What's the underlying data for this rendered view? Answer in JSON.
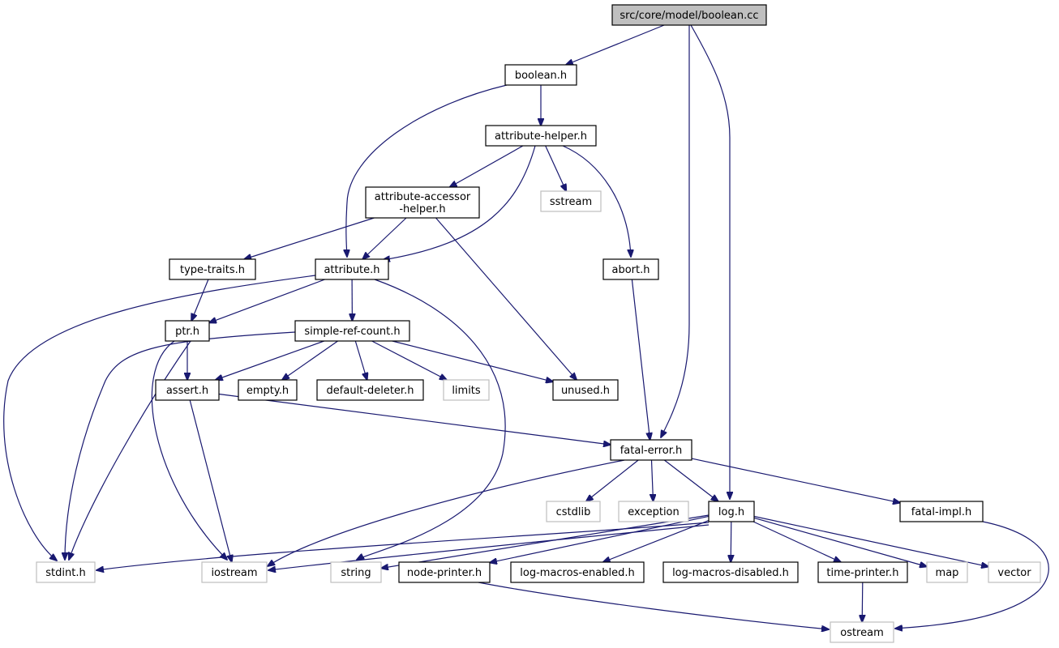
{
  "graph": {
    "nodes": [
      {
        "id": "root",
        "label": "src/core/model/boolean.cc",
        "kind": "root",
        "interactable": false
      },
      {
        "id": "boolean_h",
        "label": "boolean.h",
        "kind": "doc",
        "interactable": true
      },
      {
        "id": "attribute_helper_h",
        "label": "attribute-helper.h",
        "kind": "doc",
        "interactable": true
      },
      {
        "id": "attribute_accessor_helper_h",
        "label": "attribute-accessor\n-helper.h",
        "kind": "doc",
        "interactable": true
      },
      {
        "id": "sstream",
        "label": "sstream",
        "kind": "ext",
        "interactable": false
      },
      {
        "id": "type_traits_h",
        "label": "type-traits.h",
        "kind": "doc",
        "interactable": true
      },
      {
        "id": "attribute_h",
        "label": "attribute.h",
        "kind": "doc",
        "interactable": true
      },
      {
        "id": "abort_h",
        "label": "abort.h",
        "kind": "doc",
        "interactable": true
      },
      {
        "id": "ptr_h",
        "label": "ptr.h",
        "kind": "doc",
        "interactable": true
      },
      {
        "id": "simple_ref_count_h",
        "label": "simple-ref-count.h",
        "kind": "doc",
        "interactable": true
      },
      {
        "id": "assert_h",
        "label": "assert.h",
        "kind": "doc",
        "interactable": true
      },
      {
        "id": "empty_h",
        "label": "empty.h",
        "kind": "doc",
        "interactable": true
      },
      {
        "id": "default_deleter_h",
        "label": "default-deleter.h",
        "kind": "doc",
        "interactable": true
      },
      {
        "id": "limits",
        "label": "limits",
        "kind": "ext",
        "interactable": false
      },
      {
        "id": "unused_h",
        "label": "unused.h",
        "kind": "doc",
        "interactable": true
      },
      {
        "id": "fatal_error_h",
        "label": "fatal-error.h",
        "kind": "doc",
        "interactable": true
      },
      {
        "id": "cstdlib",
        "label": "cstdlib",
        "kind": "ext",
        "interactable": false
      },
      {
        "id": "exception",
        "label": "exception",
        "kind": "ext",
        "interactable": false
      },
      {
        "id": "log_h",
        "label": "log.h",
        "kind": "doc",
        "interactable": true
      },
      {
        "id": "fatal_impl_h",
        "label": "fatal-impl.h",
        "kind": "doc",
        "interactable": true
      },
      {
        "id": "stdint_h",
        "label": "stdint.h",
        "kind": "ext",
        "interactable": false
      },
      {
        "id": "iostream",
        "label": "iostream",
        "kind": "ext",
        "interactable": false
      },
      {
        "id": "string",
        "label": "string",
        "kind": "ext",
        "interactable": false
      },
      {
        "id": "node_printer_h",
        "label": "node-printer.h",
        "kind": "doc",
        "interactable": true
      },
      {
        "id": "log_macros_enabled_h",
        "label": "log-macros-enabled.h",
        "kind": "doc",
        "interactable": true
      },
      {
        "id": "log_macros_disabled_h",
        "label": "log-macros-disabled.h",
        "kind": "doc",
        "interactable": true
      },
      {
        "id": "time_printer_h",
        "label": "time-printer.h",
        "kind": "doc",
        "interactable": true
      },
      {
        "id": "map",
        "label": "map",
        "kind": "ext",
        "interactable": false
      },
      {
        "id": "vector",
        "label": "vector",
        "kind": "ext",
        "interactable": false
      },
      {
        "id": "ostream",
        "label": "ostream",
        "kind": "ext",
        "interactable": false
      }
    ],
    "edges": [
      [
        "root",
        "boolean_h"
      ],
      [
        "root",
        "fatal_error_h"
      ],
      [
        "root",
        "log_h"
      ],
      [
        "boolean_h",
        "attribute_helper_h"
      ],
      [
        "boolean_h",
        "attribute_h"
      ],
      [
        "attribute_helper_h",
        "attribute_accessor_helper_h"
      ],
      [
        "attribute_helper_h",
        "sstream"
      ],
      [
        "attribute_helper_h",
        "abort_h"
      ],
      [
        "attribute_helper_h",
        "attribute_h"
      ],
      [
        "attribute_accessor_helper_h",
        "type_traits_h"
      ],
      [
        "attribute_accessor_helper_h",
        "attribute_h"
      ],
      [
        "attribute_accessor_helper_h",
        "unused_h"
      ],
      [
        "type_traits_h",
        "ptr_h"
      ],
      [
        "attribute_h",
        "ptr_h"
      ],
      [
        "attribute_h",
        "simple_ref_count_h"
      ],
      [
        "attribute_h",
        "stdint_h"
      ],
      [
        "attribute_h",
        "string"
      ],
      [
        "abort_h",
        "fatal_error_h"
      ],
      [
        "ptr_h",
        "assert_h"
      ],
      [
        "ptr_h",
        "iostream"
      ],
      [
        "ptr_h",
        "stdint_h"
      ],
      [
        "simple_ref_count_h",
        "assert_h"
      ],
      [
        "simple_ref_count_h",
        "empty_h"
      ],
      [
        "simple_ref_count_h",
        "default_deleter_h"
      ],
      [
        "simple_ref_count_h",
        "limits"
      ],
      [
        "simple_ref_count_h",
        "unused_h"
      ],
      [
        "simple_ref_count_h",
        "stdint_h"
      ],
      [
        "assert_h",
        "fatal_error_h"
      ],
      [
        "assert_h",
        "iostream"
      ],
      [
        "fatal_error_h",
        "cstdlib"
      ],
      [
        "fatal_error_h",
        "exception"
      ],
      [
        "fatal_error_h",
        "log_h"
      ],
      [
        "fatal_error_h",
        "fatal_impl_h"
      ],
      [
        "fatal_error_h",
        "iostream"
      ],
      [
        "fatal_impl_h",
        "ostream"
      ],
      [
        "log_h",
        "stdint_h"
      ],
      [
        "log_h",
        "iostream"
      ],
      [
        "log_h",
        "string"
      ],
      [
        "log_h",
        "node_printer_h"
      ],
      [
        "log_h",
        "log_macros_enabled_h"
      ],
      [
        "log_h",
        "log_macros_disabled_h"
      ],
      [
        "log_h",
        "time_printer_h"
      ],
      [
        "log_h",
        "map"
      ],
      [
        "log_h",
        "vector"
      ],
      [
        "node_printer_h",
        "ostream"
      ],
      [
        "time_printer_h",
        "ostream"
      ]
    ]
  }
}
